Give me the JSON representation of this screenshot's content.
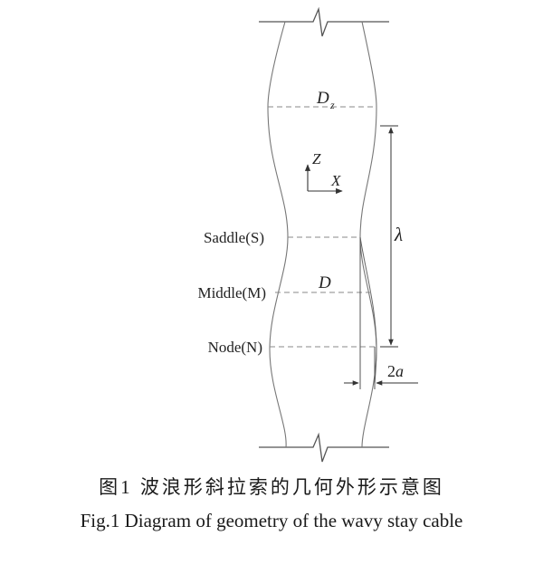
{
  "diagram": {
    "labels": {
      "dz": "D",
      "dz_sub": "z",
      "z_axis": "Z",
      "x_axis": "X",
      "saddle": "Saddle(S)",
      "middle": "Middle(M)",
      "node": "Node(N)",
      "d": "D",
      "lambda": "λ",
      "two_a": "2a"
    },
    "colors": {
      "line": "#555555",
      "dashed": "#8a8a8a",
      "text": "#222222"
    }
  },
  "caption": {
    "chinese": "图1  波浪形斜拉索的几何外形示意图",
    "english": "Fig.1   Diagram of geometry of the wavy stay cable"
  }
}
